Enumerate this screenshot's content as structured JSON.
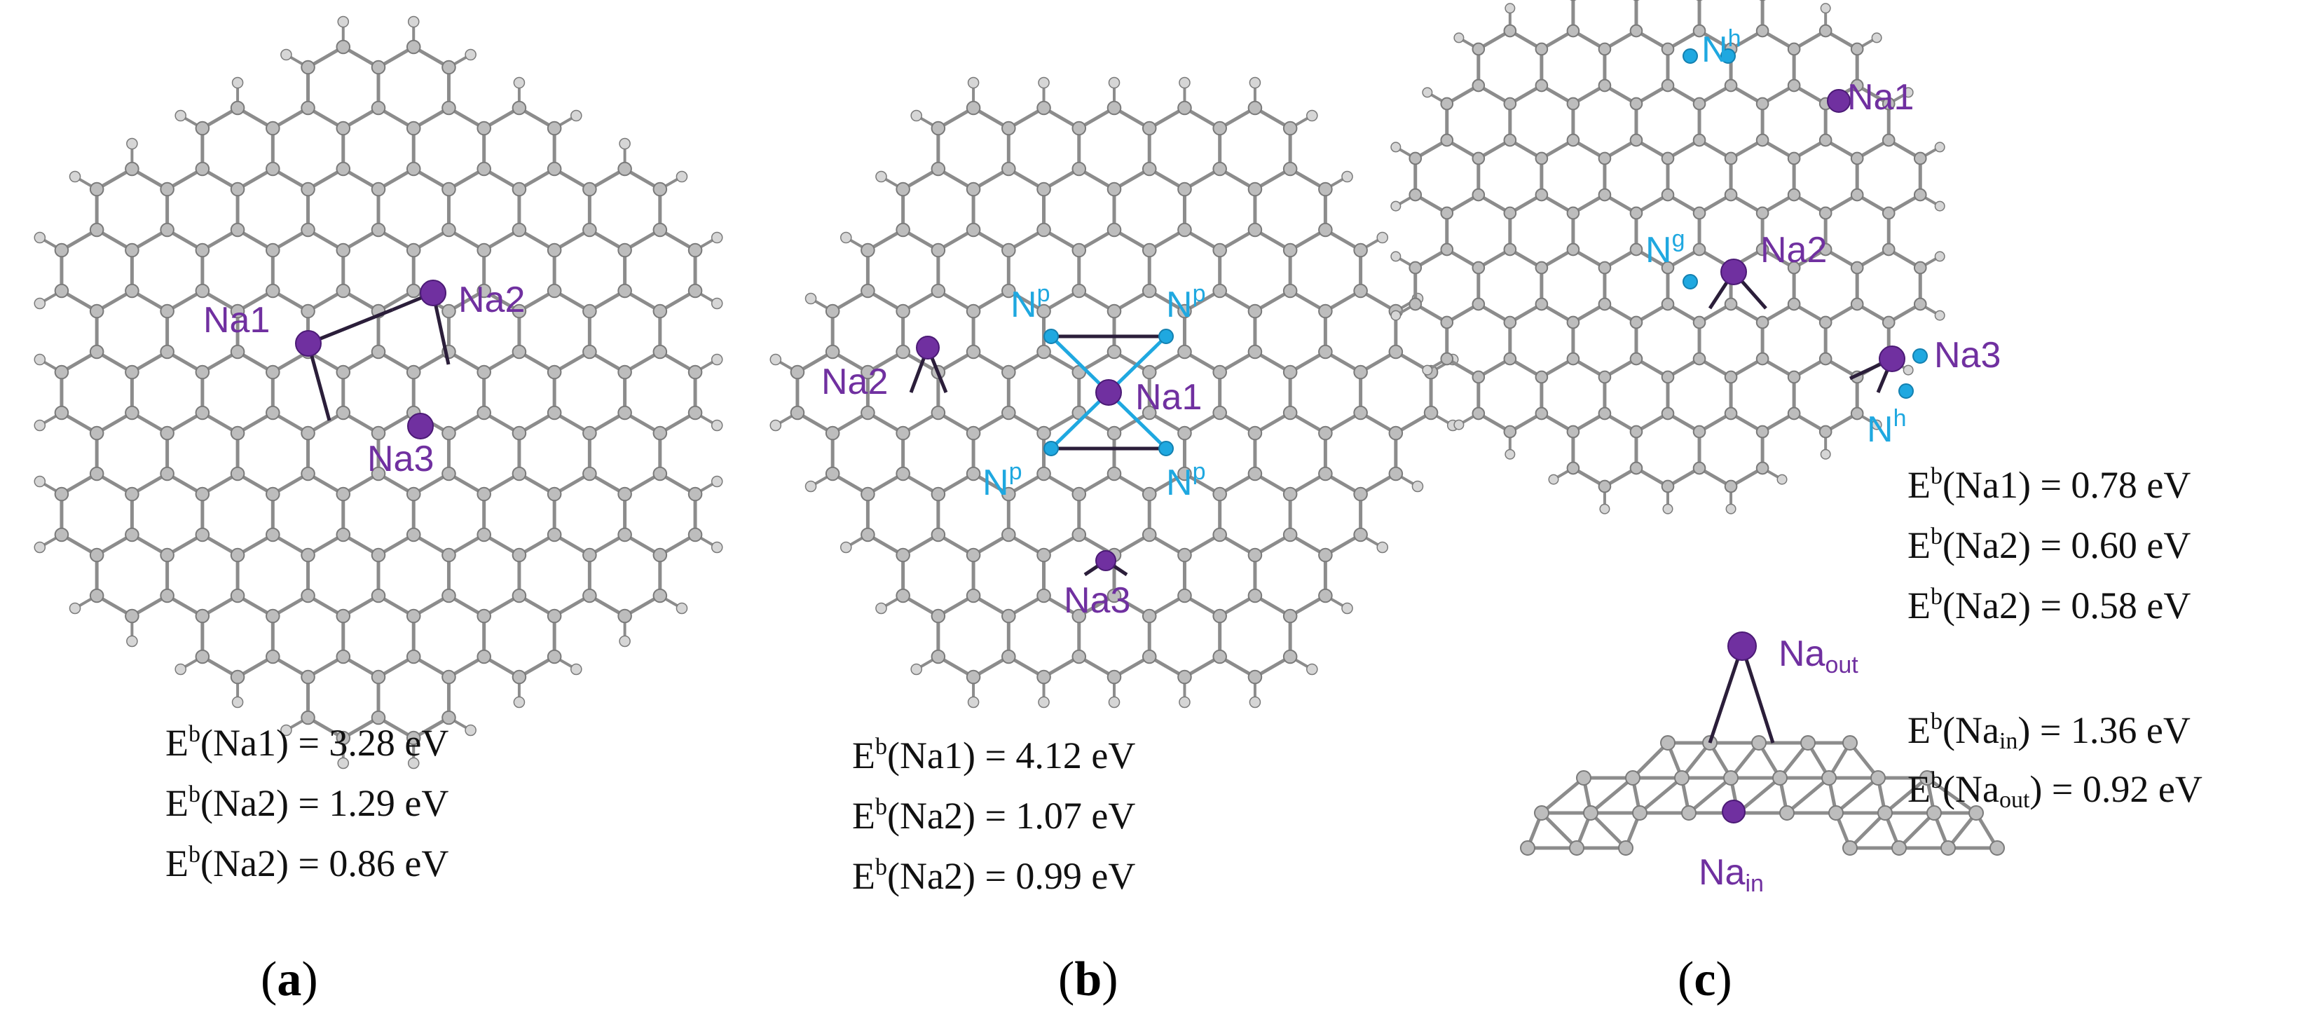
{
  "colors": {
    "carbon": "#bdbdbd",
    "carbon_edge": "#7a7a7a",
    "bond": "#8c8c8c",
    "hydrogen": "#d6d6d6",
    "sodium": "#7030a0",
    "nitrogen": "#1fa8e0"
  },
  "panels": [
    {
      "id": "a",
      "label": "a",
      "atoms": [
        {
          "text": "Na1"
        },
        {
          "text": "Na2"
        },
        {
          "text": "Na3"
        }
      ],
      "energies": [
        {
          "prefix": "E",
          "sup": "b",
          "site": "(Na1)",
          "value": " = 3.28 eV"
        },
        {
          "prefix": "E",
          "sup": "b",
          "site": "(Na2)",
          "value": " = 1.29 eV"
        },
        {
          "prefix": "E",
          "sup": "b",
          "site": "(Na2)",
          "value": " = 0.86 eV"
        }
      ]
    },
    {
      "id": "b",
      "label": "b",
      "atoms": [
        {
          "text": "Na1"
        },
        {
          "text": "Na2"
        },
        {
          "text": "Na3"
        }
      ],
      "nitrogens": [
        {
          "base": "N",
          "sup": "p"
        },
        {
          "base": "N",
          "sup": "p"
        },
        {
          "base": "N",
          "sup": "p"
        },
        {
          "base": "N",
          "sup": "p"
        }
      ],
      "energies": [
        {
          "prefix": "E",
          "sup": "b",
          "site": "(Na1)",
          "value": " = 4.12 eV"
        },
        {
          "prefix": "E",
          "sup": "b",
          "site": "(Na2)",
          "value": " = 1.07 eV"
        },
        {
          "prefix": "E",
          "sup": "b",
          "site": "(Na2)",
          "value": " = 0.99 eV"
        }
      ]
    },
    {
      "id": "c",
      "label": "c",
      "atoms": [
        {
          "text": "Na1"
        },
        {
          "text": "Na2"
        },
        {
          "text": "Na3"
        }
      ],
      "nitrogens": [
        {
          "base": "N",
          "sup": "h"
        },
        {
          "base": "N",
          "sup": "g"
        },
        {
          "base": "N",
          "sup": "h"
        }
      ],
      "side_atoms": [
        {
          "base": "Na",
          "sub": "out"
        },
        {
          "base": "Na",
          "sub": "in"
        }
      ],
      "energies": [
        {
          "prefix": "E",
          "sup": "b",
          "site": "(Na1)",
          "value": " = 0.78 eV"
        },
        {
          "prefix": "E",
          "sup": "b",
          "site": "(Na2)",
          "value": " = 0.60 eV"
        },
        {
          "prefix": "E",
          "sup": "b",
          "site": "(Na2)",
          "value": " = 0.58 eV"
        }
      ],
      "energies_side": [
        {
          "prefix": "E",
          "sup": "b",
          "site_base": "(Na",
          "site_sub": "in",
          "site_end": ")",
          "value": "  = 1.36 eV"
        },
        {
          "prefix": "E",
          "sup": "b",
          "site_base": "(Na",
          "site_sub": "out",
          "site_end": ")",
          "value": " = 0.92 eV"
        }
      ]
    }
  ]
}
